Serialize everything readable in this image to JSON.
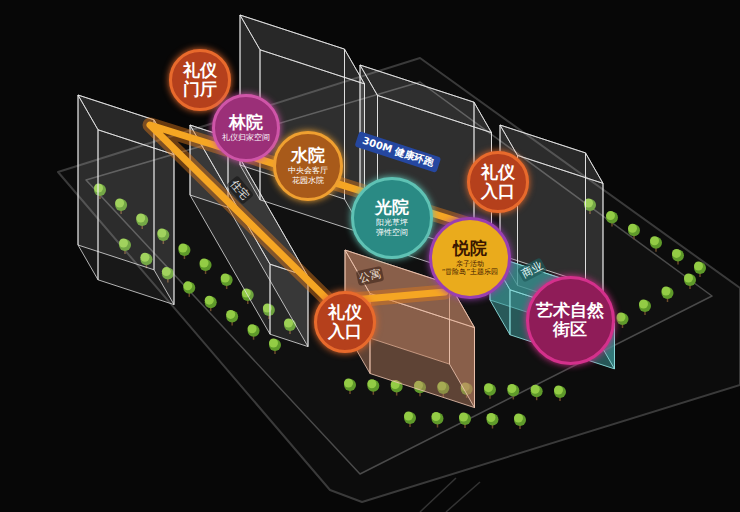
{
  "diagram": {
    "nodes": [
      {
        "text": [
          "礼仪 门厅"
        ]
      },
      {
        "text": [
          "林院",
          "礼仪归家空间"
        ]
      },
      {
        "text": [
          "水院",
          "中央会客厅 花园水院"
        ]
      },
      {
        "text": [
          "光院",
          "阳光草坪 弹性空间"
        ]
      },
      {
        "text": [
          "礼仪 入口"
        ]
      },
      {
        "text": [
          "悦院",
          "亲子活动 “冒险岛”主题乐园"
        ]
      },
      {
        "text": [
          "礼仪 入口"
        ]
      },
      {
        "text": [
          "艺术自然 街区"
        ]
      }
    ],
    "labels": [
      "300M 健康环跑",
      "住宅",
      "公寓",
      "商业"
    ]
  }
}
